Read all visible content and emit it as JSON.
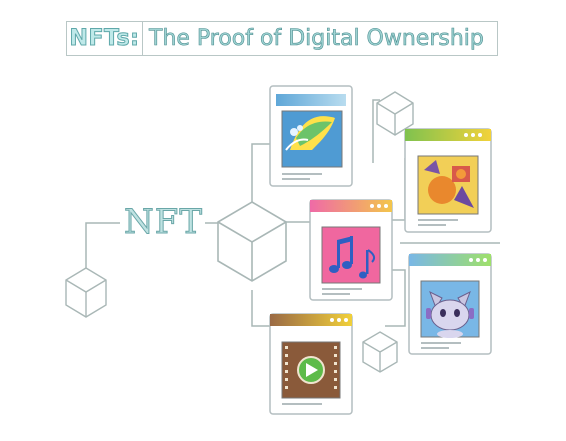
{
  "title": {
    "prefix": "NFTs:",
    "main": "The Proof of Digital Ownership"
  },
  "center_label": "NFT",
  "cards": [
    {
      "id": "art",
      "content": "landscape artwork"
    },
    {
      "id": "game",
      "content": "game artwork"
    },
    {
      "id": "music",
      "content": "music notes"
    },
    {
      "id": "avatar",
      "content": "cat avatar"
    },
    {
      "id": "video",
      "content": "video play button"
    }
  ],
  "colors": {
    "line": "#a9b7b6",
    "teal": "#5fa8aa",
    "music_bg": "#f0679f",
    "video_bg": "#8a5a3a",
    "art_bg": "#5fa1d8",
    "avatar_bg": "#6fb0e6"
  }
}
